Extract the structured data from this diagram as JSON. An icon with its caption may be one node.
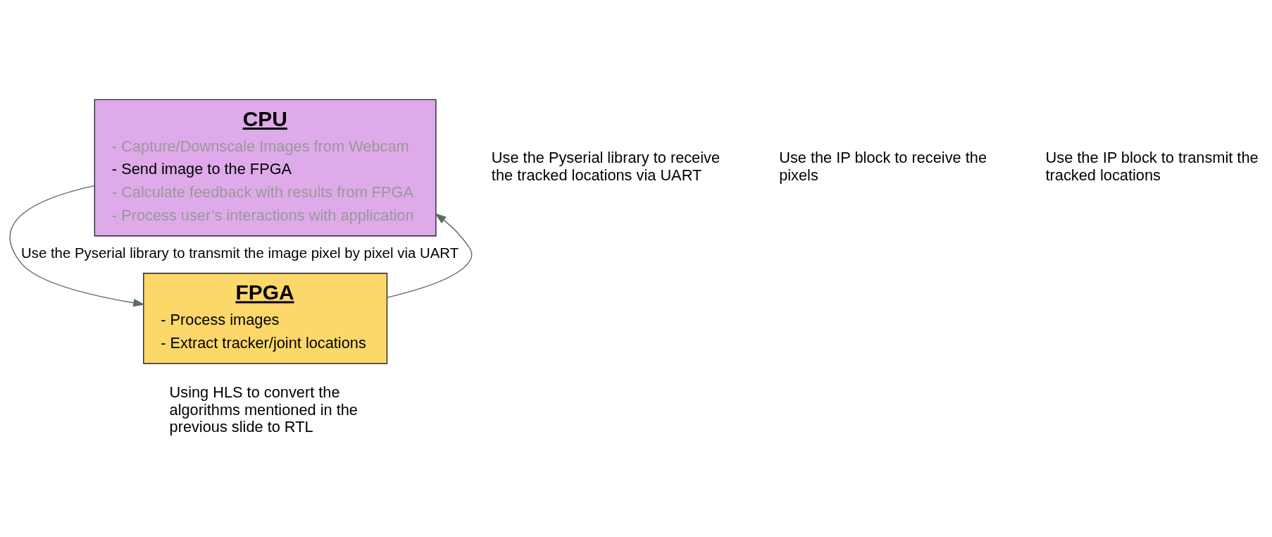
{
  "diagram": {
    "nodes": [
      {
        "text": [
          "CPU",
          "- Capture/Downscale Images from Webcam",
          "- Send image to the FPGA",
          "- Calculate feedback with results from FPGA",
          "- Process user’s interactions with application"
        ]
      },
      {
        "text": [
          "FPGA",
          "- Process images",
          "- Extract tracker/joint locations"
        ],
        "beside": [
          "Using HLS to convert the algorithms mentioned in the previous slide to RTL"
        ]
      }
    ],
    "edges": [
      {
        "from": 0,
        "to": 1,
        "arrow": "to",
        "label": "Use the Pyserial library to transmit the image pixel by pixel via UART"
      },
      {
        "from": 1,
        "to": 0,
        "arrow": "to"
      }
    ],
    "labels": [
      "Use the Pyserial library to receive the tracked locations via UART",
      "Use the IP block to receive the pixels",
      "Use the IP block to transmit the tracked locations"
    ]
  }
}
